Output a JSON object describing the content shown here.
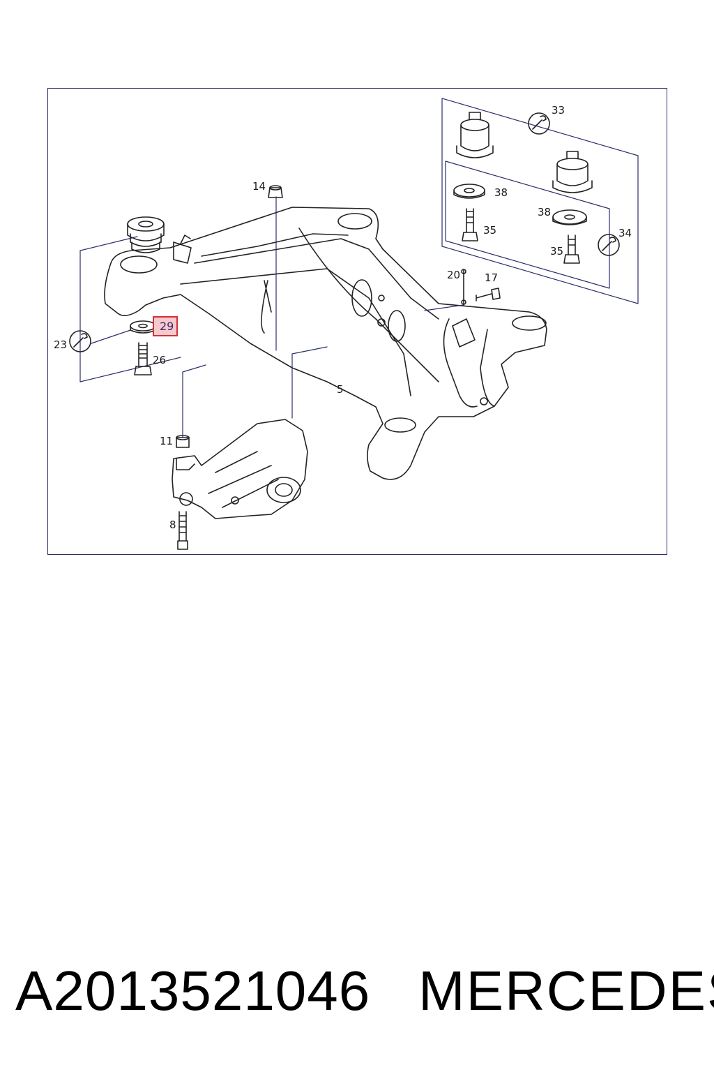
{
  "diagram": {
    "callouts": {
      "c14": "14",
      "c33": "33",
      "c38a": "38",
      "c38b": "38",
      "c35a": "35",
      "c35b": "35",
      "c34": "34",
      "c20": "20",
      "c17": "17",
      "c23": "23",
      "c29": "29",
      "c26": "26",
      "c5": "5",
      "c11": "11",
      "c8": "8"
    },
    "highlight_color": "#d0313b",
    "line_color": "#2b2f6b",
    "icons": [
      "wrench-icon",
      "bushing-icon",
      "bolt-icon",
      "washer-icon",
      "nut-icon",
      "differential-icon",
      "subframe-icon"
    ]
  },
  "footer": {
    "part_number": "A2013521046",
    "brand": "MERCEDES"
  }
}
